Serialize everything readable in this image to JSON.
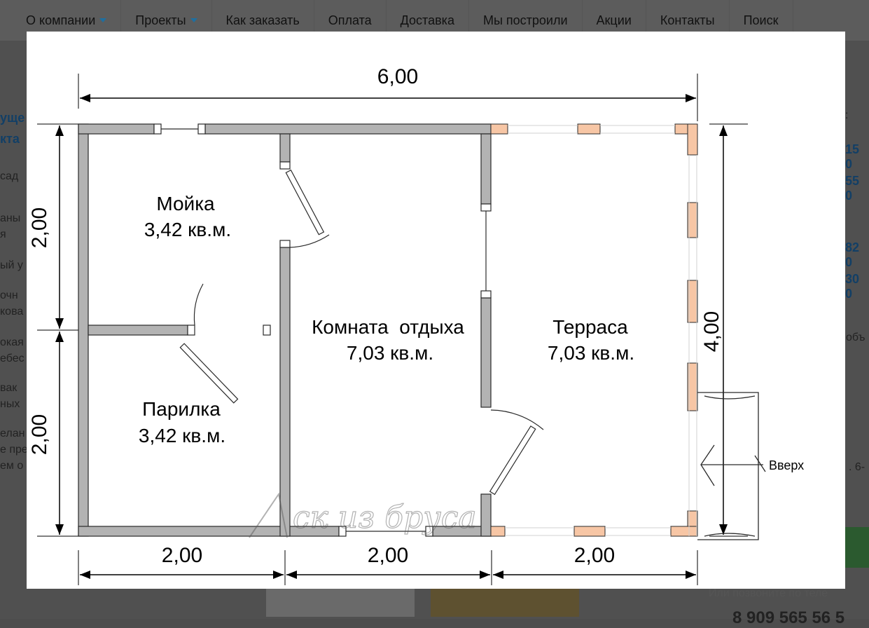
{
  "nav": {
    "items": [
      {
        "label": "О компании",
        "caret": true
      },
      {
        "label": "Проекты",
        "caret": true
      },
      {
        "label": "Как заказать",
        "caret": false
      },
      {
        "label": "Оплата",
        "caret": false
      },
      {
        "label": "Доставка",
        "caret": false
      },
      {
        "label": "Мы построили",
        "caret": false
      },
      {
        "label": "Акции",
        "caret": false
      },
      {
        "label": "Контакты",
        "caret": false
      },
      {
        "label": "Поиск",
        "caret": false
      }
    ]
  },
  "background": {
    "left_fragments": [
      "ущe",
      "кта",
      "сад",
      "аны",
      "я",
      "ый у",
      "очн",
      "кова",
      "окая",
      "ебес",
      "вак",
      "ных",
      "елан",
      "е пре",
      "ем о"
    ],
    "right_fragments": [
      ":",
      "15 0",
      "55 0",
      "82 0",
      "30 0",
      "объ",
      ". 6-"
    ],
    "call_text": "Или позвоните по теле",
    "phone_fragment": "8 909 565 56 5"
  },
  "plan": {
    "dimensions": {
      "top": "6,00",
      "left_upper": "2,00",
      "left_lower": "2,00",
      "right": "4,00",
      "bottom": [
        "2,00",
        "2,00",
        "2,00"
      ]
    },
    "rooms": [
      {
        "name": "Мойка",
        "area": "3,42 кв.м."
      },
      {
        "name": "Парилка",
        "area": "3,42 кв.м."
      },
      {
        "name": "Комната  отдыха",
        "area": "7,03 кв.м."
      },
      {
        "name": "Терраса",
        "area": "7,03 кв.м."
      }
    ],
    "stairs_label": "Вверх",
    "watermark": "ск из бруса"
  },
  "colors": {
    "wall": "#b3b3b3",
    "wall_stroke": "#2a2a2a",
    "post": "#f7c6a5",
    "page_bg": "#4d4d4d",
    "nav_bg": "#5c5c5c",
    "accent": "#1e6fa0"
  }
}
